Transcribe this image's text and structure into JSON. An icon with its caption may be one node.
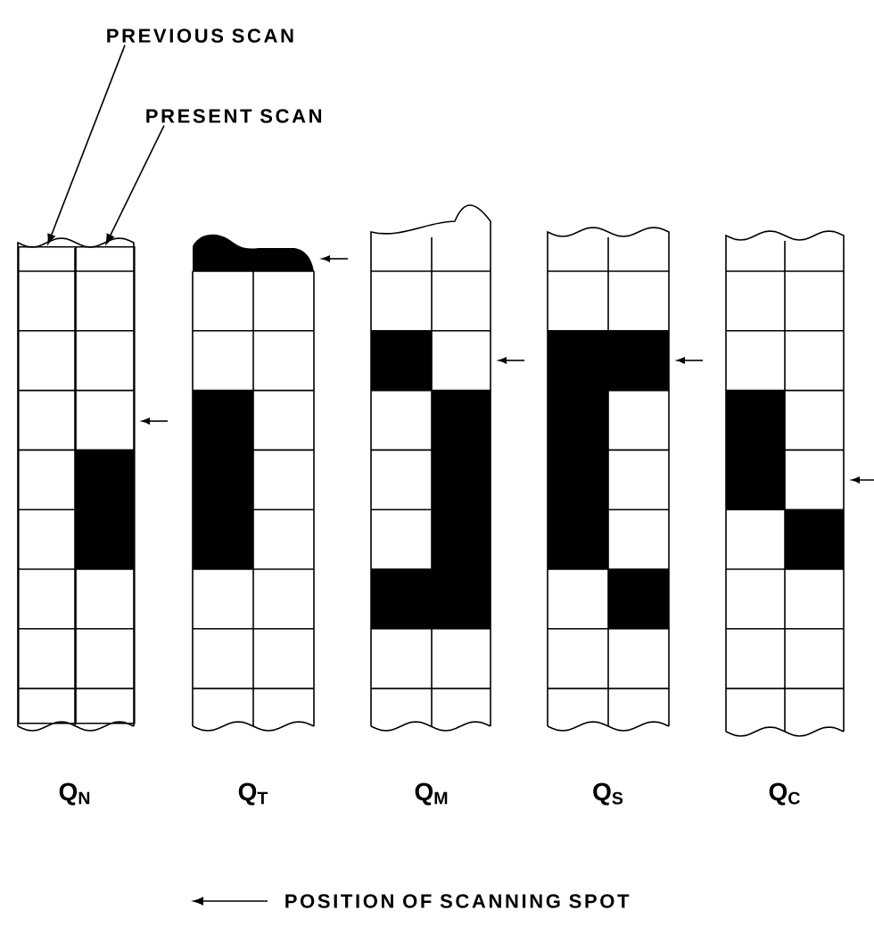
{
  "diagram": {
    "nodes": [
      {
        "text": [
          "PREVIOUS SCAN"
        ]
      },
      {
        "text": [
          "PRESENT SCAN"
        ]
      },
      {
        "text": [],
        "shape": "box"
      },
      {
        "text": [],
        "shape": "box"
      }
    ],
    "edges": [
      {
        "from": 0,
        "to": 2,
        "arrow": "to"
      },
      {
        "from": 1,
        "to": 3,
        "arrow": "to"
      }
    ],
    "labels": [
      "Q$_{N}$",
      "Q$_{T}$",
      "Q$_{M}$",
      "Q$_{S}$",
      "Q$_{C}$"
    ],
    "legend": [
      {
        "text": "POSITION OF SCANNING SPOT"
      }
    ]
  }
}
